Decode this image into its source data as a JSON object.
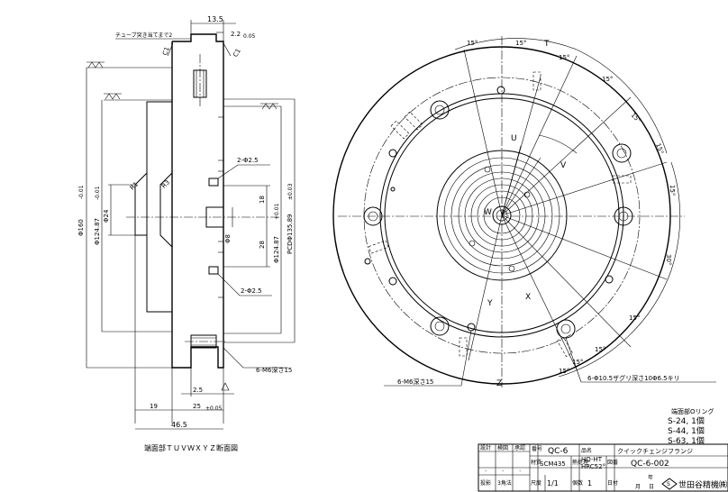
{
  "side_view": {
    "dim_13_5": "13.5",
    "dim_2_2": "2.2",
    "dim_2_2_tol": "0.05",
    "tube_note": "チューブ突き当てまで2",
    "chamfer_c1_left": "C1",
    "chamfer_c1_right": "C1",
    "phi_160": "Φ160",
    "phi_160_tol": "-0.01",
    "phi_124_87_left": "Φ124.87",
    "phi_124_87_left_tol": "-0.01",
    "phi_24": "Φ24",
    "radius_r1": "R1",
    "radius_r3": "R3",
    "hole_note_top": "2-Φ2.5",
    "hole_note_bottom": "2-Φ2.5",
    "dim_18": "18",
    "dim_28": "28",
    "phi_8": "Φ8",
    "phi_124_87_right": "Φ124.87",
    "phi_124_87_right_tol": "+0.01",
    "pcd": "PCDΦ135.89",
    "pcd_tol": "±0.03",
    "m6_note": "6-M6深さ15",
    "dim_2_5": "2.5",
    "dim_19": "19",
    "dim_25": "25",
    "dim_25_tol": "±0.05",
    "dim_46_5": "46.5",
    "section_caption": "端面部ＴＵＶＷＸＹＺ断面図"
  },
  "front_view": {
    "angles": [
      "15°",
      "15°",
      "15°",
      "15°",
      "15°",
      "15°",
      "15°",
      "30°",
      "15°",
      "15°",
      "15°",
      "15°"
    ],
    "letters": {
      "T": "T",
      "U": "U",
      "V": "V",
      "W": "W",
      "X": "X",
      "Y": "Y",
      "Z": "Z"
    },
    "note_m6": "6-M6深さ15",
    "note_counterbore": "6-Φ10.5ザグリ深さ10Φ6.5キリ"
  },
  "oring_note": {
    "title": "端面部Oリング",
    "lines": [
      "S-24, 1個",
      "S-44, 1個",
      "S-63, 1個"
    ]
  },
  "title_block": {
    "h_design": "設計",
    "h_check": "検図",
    "h_approve": "承認",
    "label_no": "番号",
    "drawing_no": "QC-6",
    "label_name": "品名",
    "part_name": "クイックチェンジフランジ",
    "label_material": "材質",
    "material": "SCM435",
    "label_treat": "熱処理",
    "treatment_1": "HQ-HT",
    "treatment_2": "HRC52°",
    "label_figno": "図番",
    "fig_no": "QC-6-002",
    "dot1": "·",
    "dot2": "·",
    "dot3": "·",
    "label_projection": "投影",
    "projection": "3角法",
    "label_scale": "尺度",
    "scale": "1/1",
    "label_qty": "個数",
    "qty": "1",
    "label_date": "日付",
    "date_year": "年",
    "date_month": "月",
    "date_day": "日",
    "company": "世田谷精機㈱"
  }
}
